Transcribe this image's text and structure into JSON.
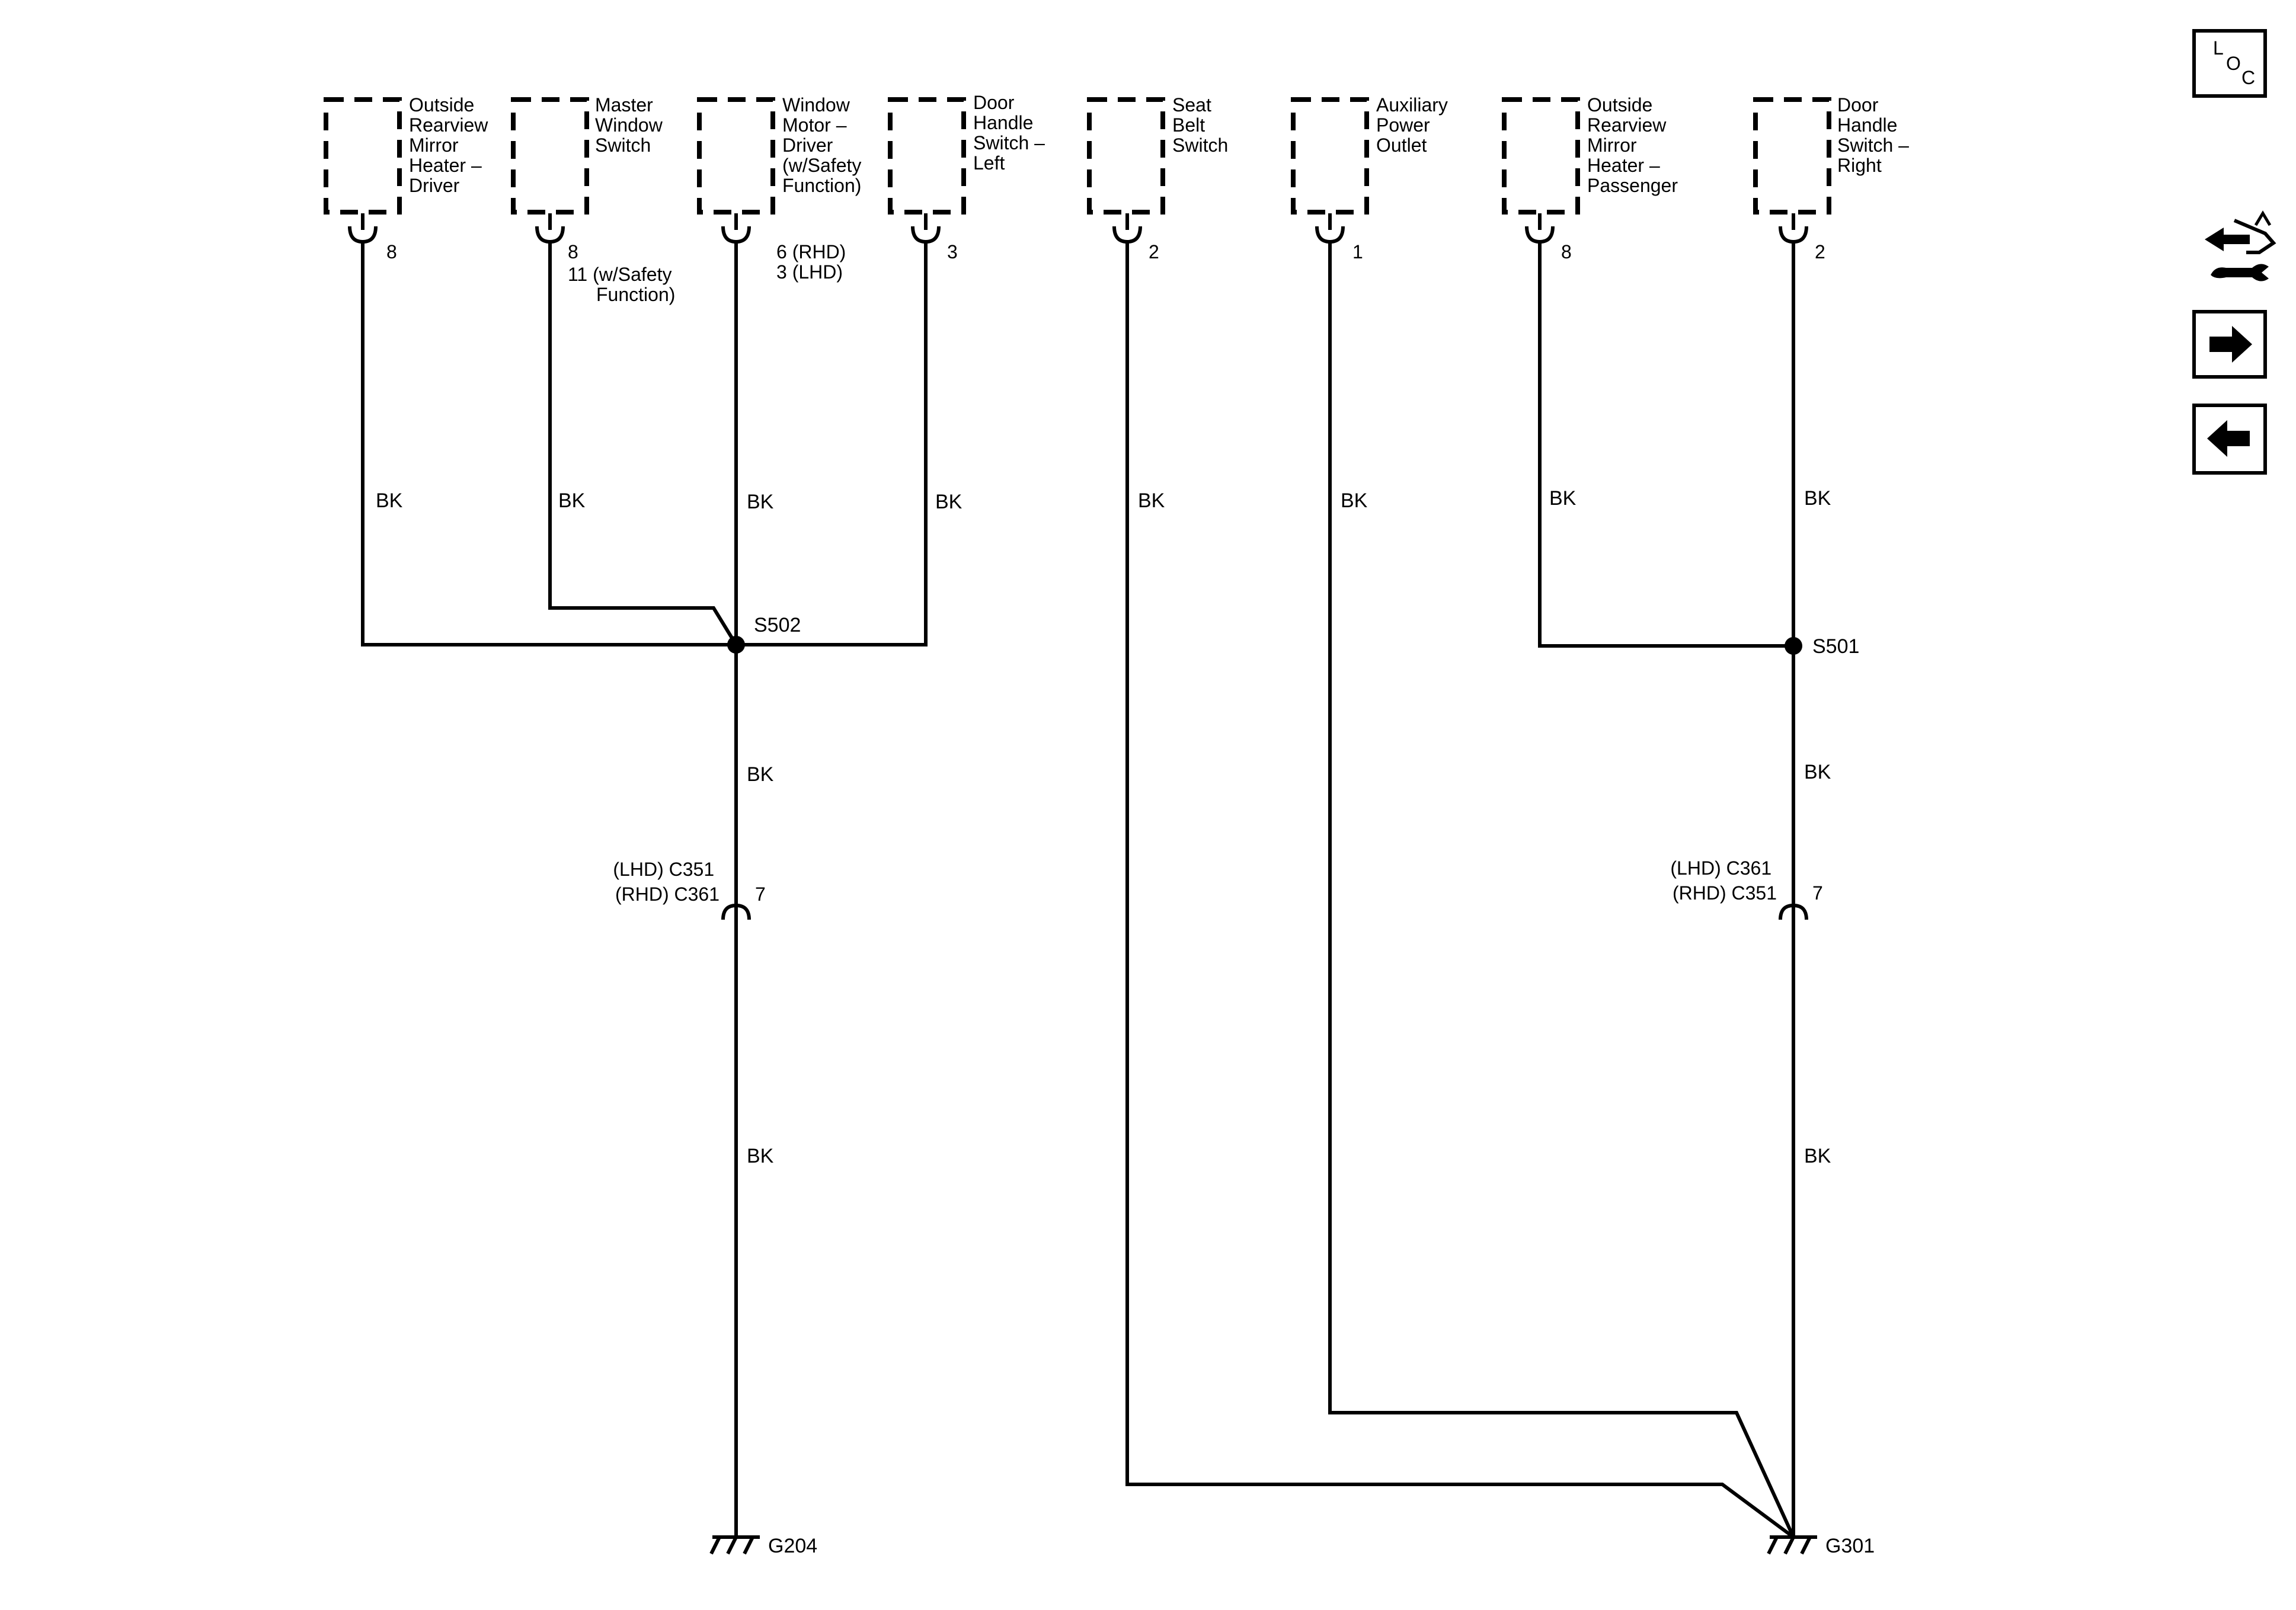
{
  "components": [
    {
      "id": "c1",
      "lines": [
        "Outside",
        "Rearview",
        "Mirror",
        "Heater –",
        "Driver"
      ],
      "pin": [
        "8"
      ],
      "wire_color": "BK"
    },
    {
      "id": "c2",
      "lines": [
        "Master",
        "Window",
        "Switch"
      ],
      "pin": [
        "8",
        "11 (w/Safety",
        "Function)"
      ],
      "wire_color": "BK"
    },
    {
      "id": "c3",
      "lines": [
        "Window",
        "Motor –",
        "Driver",
        "(w/Safety",
        "Function)"
      ],
      "pin": [
        "6 (RHD)",
        "3 (LHD)"
      ],
      "wire_color": "BK"
    },
    {
      "id": "c4",
      "lines": [
        "Door",
        "Handle",
        "Switch –",
        "Left"
      ],
      "pin": [
        "3"
      ],
      "wire_color": "BK"
    },
    {
      "id": "c5",
      "lines": [
        "Seat",
        "Belt",
        "Switch"
      ],
      "pin": [
        "2"
      ],
      "wire_color": "BK"
    },
    {
      "id": "c6",
      "lines": [
        "Auxiliary",
        "Power",
        "Outlet"
      ],
      "pin": [
        "1"
      ],
      "wire_color": "BK"
    },
    {
      "id": "c7",
      "lines": [
        "Outside",
        "Rearview",
        "Mirror",
        "Heater –",
        "Passenger"
      ],
      "pin": [
        "8"
      ],
      "wire_color": "BK"
    },
    {
      "id": "c8",
      "lines": [
        "Door",
        "Handle",
        "Switch –",
        "Right"
      ],
      "pin": [
        "2"
      ],
      "wire_color": "BK"
    }
  ],
  "splices": {
    "left": "S502",
    "right": "S501"
  },
  "trunk_wire_colors": {
    "left_upper": "BK",
    "left_lower": "BK",
    "right_upper": "BK",
    "right_lower": "BK"
  },
  "connectors": {
    "left": {
      "line1": "(LHD) C351",
      "line2": "(RHD) C361",
      "pin": "7"
    },
    "right": {
      "line1": "(LHD) C361",
      "line2": "(RHD) C351",
      "pin": "7"
    }
  },
  "grounds": {
    "left": "G204",
    "right": "G301"
  },
  "nav": {
    "loc_icon": {
      "l": "L",
      "o": "O",
      "c": "C"
    },
    "icons": [
      "loc-icon",
      "component-connector-icon",
      "forward-arrow-icon",
      "back-arrow-icon"
    ]
  },
  "colors": {
    "line": "#000000",
    "background": "#ffffff"
  }
}
